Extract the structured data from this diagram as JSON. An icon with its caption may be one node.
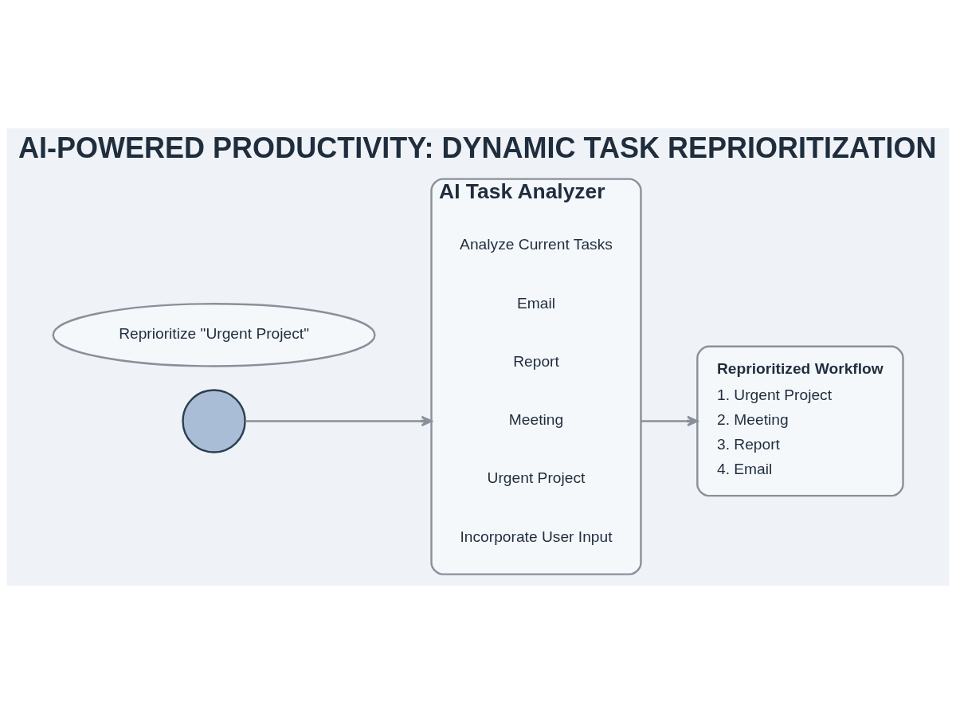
{
  "diagram": {
    "title": "AI-POWERED PRODUCTIVITY: DYNAMIC TASK REPRIORITIZATION",
    "nodes": [
      {
        "text": [],
        "shape": "person"
      },
      {
        "text": [
          "Reprioritize \"Urgent Project\""
        ]
      },
      {
        "text": [
          "AI Task Analyzer"
        ]
      },
      {
        "text": [
          "Analyze Current Tasks"
        ],
        "in": 2
      },
      {
        "text": [
          "Email"
        ],
        "in": 2
      },
      {
        "text": [
          "Report"
        ],
        "in": 2
      },
      {
        "text": [
          "Meeting"
        ],
        "in": 2
      },
      {
        "text": [
          "Urgent Project"
        ],
        "in": 2
      },
      {
        "text": [
          "Incorporate User Input"
        ],
        "in": 2
      },
      {
        "text": [
          "Reprioritized Workflow",
          "1. Urgent Project",
          "2. Meeting",
          "3. Report",
          "4. Email"
        ]
      }
    ],
    "edges": [
      {
        "from": 0,
        "to": 2,
        "arrow": "to"
      },
      {
        "from": 2,
        "to": 9,
        "arrow": "to"
      }
    ]
  }
}
